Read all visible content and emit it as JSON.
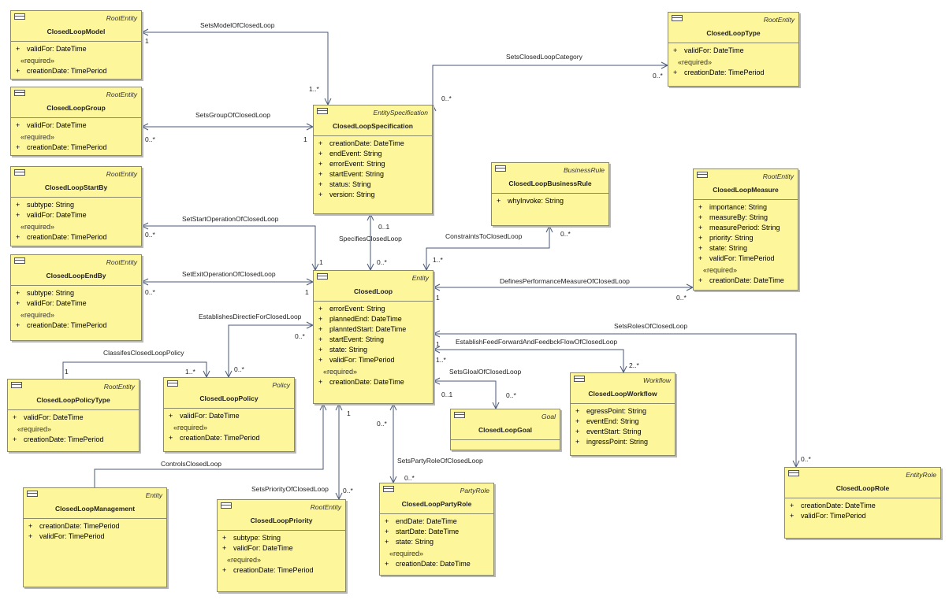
{
  "classes": {
    "model": {
      "stereotype": "RootEntity",
      "name": "ClosedLoopModel",
      "attrs": [
        {
          "v": "+",
          "t": "validFor: DateTime"
        }
      ],
      "req": "«required»",
      "reqAttrs": [
        {
          "v": "+",
          "t": "creationDate: TimePeriod"
        }
      ]
    },
    "group": {
      "stereotype": "RootEntity",
      "name": "ClosedLoopGroup",
      "attrs": [
        {
          "v": "+",
          "t": "validFor: DateTime"
        }
      ],
      "req": "«required»",
      "reqAttrs": [
        {
          "v": "+",
          "t": "creationDate: TimePeriod"
        }
      ]
    },
    "startBy": {
      "stereotype": "RootEntity",
      "name": "ClosedLoopStartBy",
      "attrs": [
        {
          "v": "+",
          "t": "subtype: String"
        },
        {
          "v": "+",
          "t": "validFor: DateTime"
        }
      ],
      "req": "«required»",
      "reqAttrs": [
        {
          "v": "+",
          "t": "creationDate: TimePeriod"
        }
      ]
    },
    "endBy": {
      "stereotype": "RootEntity",
      "name": "ClosedLoopEndBy",
      "attrs": [
        {
          "v": "+",
          "t": "subtype: String"
        },
        {
          "v": "+",
          "t": "validFor: DateTime"
        }
      ],
      "req": "«required»",
      "reqAttrs": [
        {
          "v": "+",
          "t": "creationDate: TimePeriod"
        }
      ]
    },
    "policyType": {
      "stereotype": "RootEntity",
      "name": "ClosedLoopPolicyType",
      "attrs": [
        {
          "v": "+",
          "t": "validFor: DateTime"
        }
      ],
      "req": "«required»",
      "reqAttrs": [
        {
          "v": "+",
          "t": "creationDate: TimePeriod"
        }
      ]
    },
    "policy": {
      "stereotype": "Policy",
      "name": "ClosedLoopPolicy",
      "attrs": [
        {
          "v": "+",
          "t": "validFor: DateTime"
        }
      ],
      "req": "«required»",
      "reqAttrs": [
        {
          "v": "+",
          "t": "creationDate: TimePeriod"
        }
      ]
    },
    "management": {
      "stereotype": "Entity",
      "name": "ClosedLoopManagement",
      "attrs": [
        {
          "v": "+",
          "t": "creationDate: TimePeriod"
        },
        {
          "v": "+",
          "t": "validFor: TimePeriod"
        }
      ],
      "req": "",
      "reqAttrs": []
    },
    "priority": {
      "stereotype": "RootEntity",
      "name": "ClosedLoopPriority",
      "attrs": [
        {
          "v": "+",
          "t": "subtype: String"
        },
        {
          "v": "+",
          "t": "validFor: DateTime"
        }
      ],
      "req": "«required»",
      "reqAttrs": [
        {
          "v": "+",
          "t": "creationDate: TimePeriod"
        }
      ]
    },
    "partyRole": {
      "stereotype": "PartyRole",
      "name": "ClosedLoopPartyRole",
      "attrs": [
        {
          "v": "+",
          "t": "endDate: DateTime"
        },
        {
          "v": "+",
          "t": "startDate: DateTime"
        },
        {
          "v": "+",
          "t": "state: String"
        }
      ],
      "req": "«required»",
      "reqAttrs": [
        {
          "v": "+",
          "t": "creationDate: DateTime"
        }
      ]
    },
    "spec": {
      "stereotype": "EntitySpecification",
      "name": "ClosedLoopSpecification",
      "attrs": [
        {
          "v": "+",
          "t": "creationDate: DateTime"
        },
        {
          "v": "+",
          "t": "endEvent: String"
        },
        {
          "v": "+",
          "t": "errorEvent: String"
        },
        {
          "v": "+",
          "t": "startEvent: String"
        },
        {
          "v": "+",
          "t": "status: String"
        },
        {
          "v": "+",
          "t": "version: String"
        }
      ],
      "req": "",
      "reqAttrs": []
    },
    "closedLoop": {
      "stereotype": "Entity",
      "name": "ClosedLoop",
      "attrs": [
        {
          "v": "+",
          "t": "errorEvent: String"
        },
        {
          "v": "+",
          "t": "plannedEnd: DateTime"
        },
        {
          "v": "+",
          "t": "planntedStart: DateTime"
        },
        {
          "v": "+",
          "t": "startEvent: String"
        },
        {
          "v": "+",
          "t": "state: String"
        },
        {
          "v": "+",
          "t": "validFor: TimePeriod"
        }
      ],
      "req": "«required»",
      "reqAttrs": [
        {
          "v": "+",
          "t": "creationDate: DateTime"
        }
      ]
    },
    "type": {
      "stereotype": "RootEntity",
      "name": "ClosedLoopType",
      "attrs": [
        {
          "v": "+",
          "t": "validFor: DateTime"
        }
      ],
      "req": "«required»",
      "reqAttrs": [
        {
          "v": "+",
          "t": "creationDate: TimePeriod"
        }
      ]
    },
    "businessRule": {
      "stereotype": "BusinessRule",
      "name": "ClosedLoopBusinessRule",
      "attrs": [
        {
          "v": "+",
          "t": "whyInvoke: String"
        }
      ],
      "req": "",
      "reqAttrs": []
    },
    "measure": {
      "stereotype": "RootEntity",
      "name": "ClosedLoopMeasure",
      "attrs": [
        {
          "v": "+",
          "t": "importance: String"
        },
        {
          "v": "+",
          "t": "measureBy: String"
        },
        {
          "v": "+",
          "t": "measurePeriod: String"
        },
        {
          "v": "+",
          "t": "priority: String"
        },
        {
          "v": "+",
          "t": "state: String"
        },
        {
          "v": "+",
          "t": "validFor: TimePeriod"
        }
      ],
      "req": "«required»",
      "reqAttrs": [
        {
          "v": "+",
          "t": "creationDate: DateTime"
        }
      ]
    },
    "goal": {
      "stereotype": "Goal",
      "name": "ClosedLoopGoal",
      "attrs": [],
      "req": "",
      "reqAttrs": []
    },
    "workflow": {
      "stereotype": "Workflow",
      "name": "ClosedLoopWorkflow",
      "attrs": [
        {
          "v": "+",
          "t": "egressPoint: String"
        },
        {
          "v": "+",
          "t": "eventEnd: String"
        },
        {
          "v": "+",
          "t": "eventStart: String"
        },
        {
          "v": "+",
          "t": "ingressPoint: String"
        }
      ],
      "req": "",
      "reqAttrs": []
    },
    "role": {
      "stereotype": "EntityRole",
      "name": "ClosedLoopRole",
      "attrs": [
        {
          "v": "+",
          "t": "creationDate: DateTime"
        },
        {
          "v": "+",
          "t": "validFor: TimePeriod"
        }
      ],
      "req": "",
      "reqAttrs": []
    }
  },
  "associations": {
    "setsModel": "SetsModelOfClosedLoop",
    "setsCategory": "SetsClosedLoopCategory",
    "setsGroup": "SetsGroupOfClosedLoop",
    "setStartOp": "SetStartOperationOfClosedLoop",
    "specifies": "SpecifiesClosedLoop",
    "constraints": "ConstraintsToClosedLoop",
    "setExitOp": "SetExitOperationOfClosedLoop",
    "definesPerf": "DefinesPerformanceMeasureOfClosedLoop",
    "establishesDirective": "EstablishesDirectieForClosedLoop",
    "setsRoles": "SetsRolesOfClosedLoop",
    "classifiesPolicy": "ClassifesClosedLoopPolicy",
    "establishFeed": "EstablishFeedForwardAndFeedbckFlowOfClosedLoop",
    "setsGoal": "SetsGloalOfClosedLoop",
    "setsPartyRole": "SetsPartyRoleOfClosedLoop",
    "controls": "ControlsClosedLoop",
    "setsPriority": "SetsPriorityOfClosedLoop"
  },
  "multiplicities": {
    "model_1": "1",
    "model_many": "1..*",
    "category_spec": "0..*",
    "category_type": "0..*",
    "group_many": "0..*",
    "group_1": "1",
    "startOp_many": "0..*",
    "startOp_1": "1",
    "spec_01": "0..1",
    "spec_many": "0..*",
    "rule_many": "0..*",
    "rule_cl": "1..*",
    "exitOp_many": "0..*",
    "exitOp_1": "1",
    "perf_1": "1",
    "perf_many": "0..*",
    "directive_cl": "0..*",
    "directive_policy": "0..*",
    "classifies_1": "1",
    "classifies_many": "1..*",
    "feed_1": "1",
    "feed_cl_many": "1..*",
    "feed_wf": "2..*",
    "goal_cl": "0..1",
    "goal_many": "0..*",
    "partyRole_cl": "0..*",
    "partyRole_many": "0..*",
    "priority_1": "1",
    "priority_many": "0..*",
    "roles_many": "0..*"
  }
}
